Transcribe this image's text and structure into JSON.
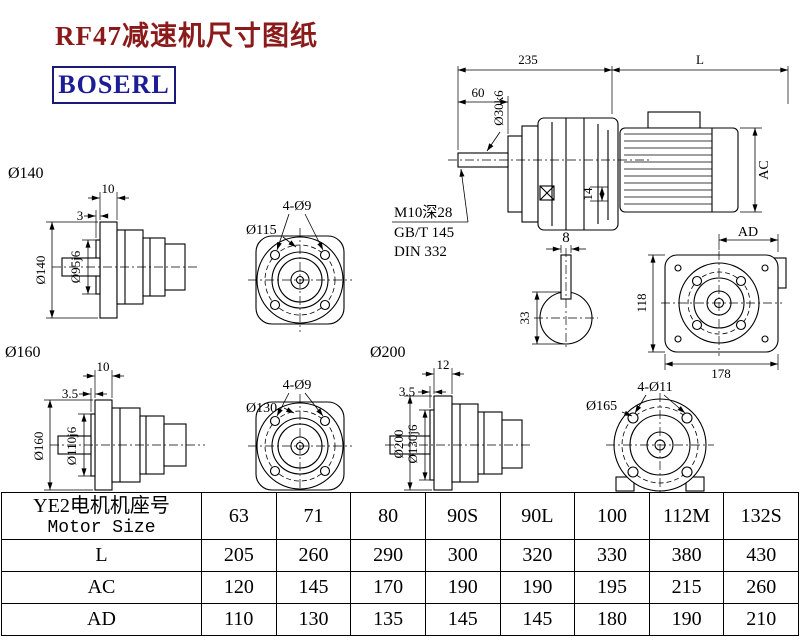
{
  "page": {
    "title": "RF47减速机尺寸图纸",
    "logo": "BOSERL"
  },
  "colors": {
    "title_text": "#8b1a1a",
    "logo_text": "#1c1c96",
    "logo_border": "#1a1a78",
    "line": "#000000"
  },
  "assembly": {
    "dim_235": "235",
    "dim_L": "L",
    "dim_60": "60",
    "shaft_dia": "Ø30k6",
    "dim_14": "14",
    "dim_AC": "AC",
    "dim_AD": "AD",
    "thread_line1": "M10深28",
    "thread_line2": "GB/T 145",
    "thread_line3": "DIN 332",
    "key_width": "8",
    "key_depth": "33",
    "dim_118": "118",
    "dim_178": "178"
  },
  "flange140": {
    "label": "Ø140",
    "thickness": "10",
    "spigot_depth": "3",
    "outer_dia": "Ø140",
    "spigot_dia": "Ø95j6",
    "holes": "4-Ø9",
    "bolt_circle": "Ø115"
  },
  "flange160": {
    "label": "Ø160",
    "thickness": "10",
    "spigot_depth": "3.5",
    "outer_dia": "Ø160",
    "spigot_dia": "Ø110j6",
    "holes": "4-Ø9",
    "bolt_circle": "Ø130"
  },
  "flange200": {
    "label": "Ø200",
    "thickness": "12",
    "spigot_depth": "3.5",
    "outer_dia": "Ø200",
    "spigot_dia": "Ø130j6",
    "holes": "4-Ø11",
    "bolt_circle": "Ø165"
  },
  "table": {
    "header_cn": "YE2电机机座号",
    "header_en": "Motor Size",
    "sizes": [
      "63",
      "71",
      "80",
      "90S",
      "90L",
      "100",
      "112M",
      "132S"
    ],
    "rows": [
      {
        "label": "L",
        "values": [
          "205",
          "260",
          "290",
          "300",
          "320",
          "330",
          "380",
          "430"
        ]
      },
      {
        "label": "AC",
        "values": [
          "120",
          "145",
          "170",
          "190",
          "190",
          "195",
          "215",
          "260"
        ]
      },
      {
        "label": "AD",
        "values": [
          "110",
          "130",
          "135",
          "145",
          "145",
          "180",
          "190",
          "210"
        ]
      }
    ]
  }
}
